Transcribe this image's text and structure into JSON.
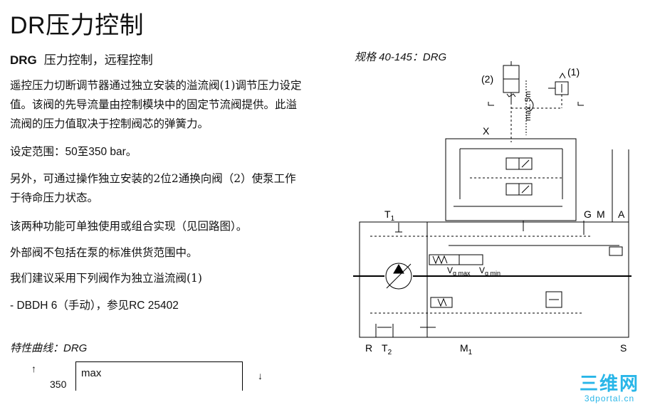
{
  "title": "DR压力控制",
  "subtitle": {
    "code": "DRG",
    "text": "压力控制，远程控制"
  },
  "paragraphs": [
    "遥控压力切断调节器通过独立安装的溢流阀(1)调节压力设定值。该阀的先导流量由控制模块中的固定节流阀提供。此溢流阀的压力值取决于控制阀芯的弹簧力。",
    "设定范围：50至350 bar。",
    "另外，可通过操作独立安装的2位2通换向阀（2）使泵工作于待命压力状态。",
    "该两种功能可单独使用或组合实现（见回路图）。",
    "外部阀不包括在泵的标准供货范围中。",
    "我们建议采用下列阀作为独立溢流阀(1)",
    "- DBDH 6（手动），参见RC 25402"
  ],
  "characteristic_label": "特性曲线：DRG",
  "graph": {
    "max_label": "max",
    "y_value": "350"
  },
  "schematic": {
    "caption": "规格 40-145：DRG",
    "label_valve2": "(2)",
    "label_valve1": "(1)",
    "max_5m": "max. 5m",
    "port_x": "X",
    "port_t1": "T",
    "port_t1_sub": "1",
    "port_g": "G",
    "port_m": "M",
    "port_a": "A",
    "vg_max": "V",
    "vg_max_sub": "g max",
    "vg_min": "V",
    "vg_min_sub": "g min",
    "port_r": "R",
    "port_t2": "T",
    "port_t2_sub": "2",
    "port_m1": "M",
    "port_m1_sub": "1",
    "port_s": "S"
  },
  "watermark": {
    "logo": "三维网",
    "url": "3dportal.cn"
  }
}
